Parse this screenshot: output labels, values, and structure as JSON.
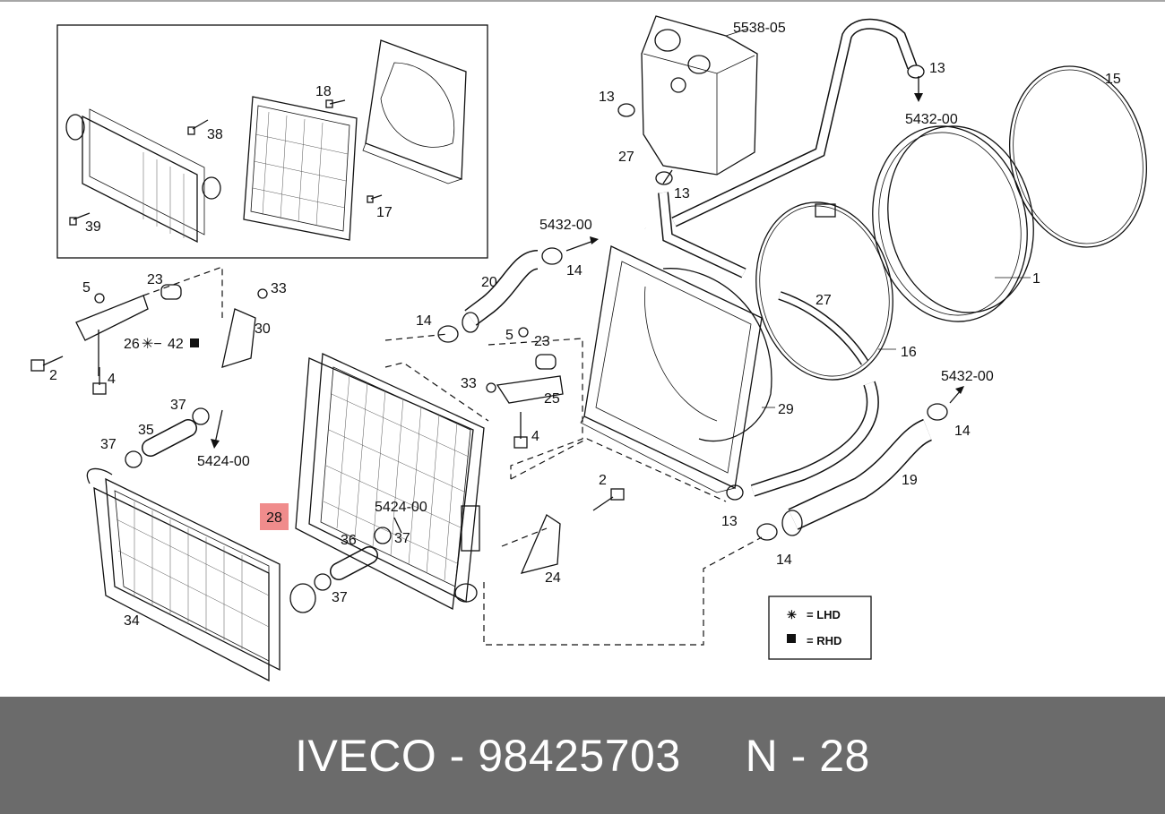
{
  "footer": {
    "brand": "IVECO",
    "separator": "-",
    "part_number": "98425703",
    "position_prefix": "N",
    "position": "28"
  },
  "highlight_callout": "28",
  "callouts": {
    "c5538": "5538-05",
    "c13a": "13",
    "c5432a": "5432-00",
    "c15": "15",
    "c13b": "13",
    "c27a": "27",
    "c13c": "13",
    "c5432b": "5432-00",
    "c14a": "14",
    "c20": "20",
    "c14b": "14",
    "c1": "1",
    "c27b": "27",
    "c16": "16",
    "c5": "5",
    "c23": "23",
    "c33": "33",
    "c30": "30",
    "c26": "26",
    "c42": "42",
    "c2a": "2",
    "c4a": "4",
    "c5b": "5",
    "c23b": "23",
    "c33b": "33",
    "c25": "25",
    "c4b": "4",
    "c29": "29",
    "c5432c": "5432-00",
    "c14c": "14",
    "c19": "19",
    "c37a": "37",
    "c35": "35",
    "c37b": "37",
    "c5424a": "5424-00",
    "c5424b": "5424-00",
    "c37c": "37",
    "c36": "36",
    "c37d": "37",
    "c2b": "2",
    "c24": "24",
    "c13d": "13",
    "c14d": "14",
    "c34": "34",
    "c18": "18",
    "c38": "38",
    "c17": "17",
    "c39": "39"
  },
  "legend": {
    "lhd": "= LHD",
    "rhd": "= RHD"
  }
}
